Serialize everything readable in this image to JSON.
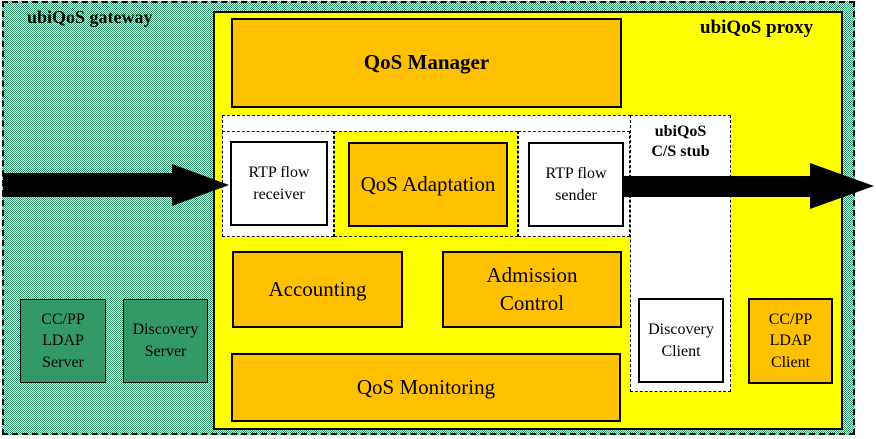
{
  "gateway": {
    "label": "ubiQoS gateway"
  },
  "proxy": {
    "label": "ubiQoS proxy"
  },
  "stub": {
    "label": [
      "ubiQoS",
      "C/S stub"
    ]
  },
  "components": {
    "qos_manager": {
      "label": "QoS Manager"
    },
    "rtp_flow_receiver": {
      "label": [
        "RTP flow",
        "receiver"
      ]
    },
    "qos_adaptation": {
      "label": "QoS Adaptation"
    },
    "rtp_flow_sender": {
      "label": [
        "RTP flow",
        "sender"
      ]
    },
    "accounting": {
      "label": "Accounting"
    },
    "admission_control": {
      "label": [
        "Admission",
        "Control"
      ]
    },
    "qos_monitoring": {
      "label": "QoS Monitoring"
    },
    "discovery_client": {
      "label": [
        "Discovery",
        "Client"
      ]
    },
    "ccpp_ldap_client": {
      "label": [
        "CC/PP",
        "LDAP",
        "Client"
      ]
    },
    "ccpp_ldap_server": {
      "label": [
        "CC/PP",
        "LDAP",
        "Server"
      ]
    },
    "discovery_server": {
      "label": [
        "Discovery",
        "Server"
      ]
    }
  },
  "colors": {
    "proxy_background": "#ffff00",
    "component_fill": "#ffc000",
    "server_fill": "#339966",
    "stub_background": "#ffffff",
    "arrow": "#000000",
    "gateway_dither_green": "#2f9566"
  }
}
